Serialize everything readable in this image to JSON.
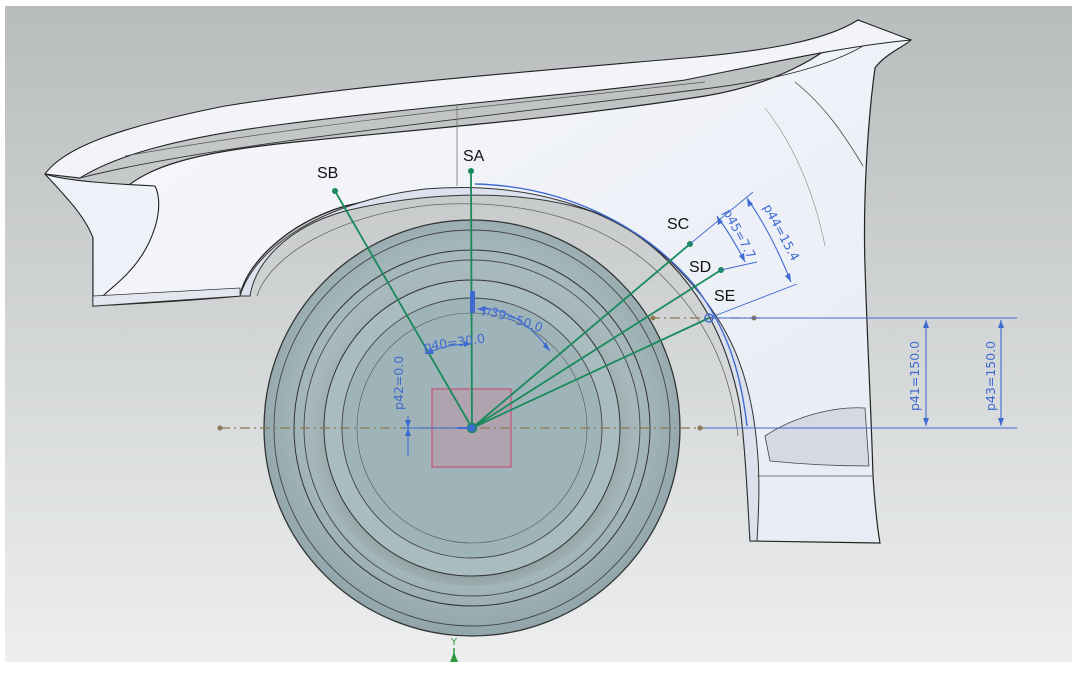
{
  "viewport": {
    "background_top": "#b9bcbd",
    "background_bottom": "#eceeef"
  },
  "callouts": [
    {
      "id": "SA",
      "label": "SA"
    },
    {
      "id": "SB",
      "label": "SB"
    },
    {
      "id": "SC",
      "label": "SC"
    },
    {
      "id": "SD",
      "label": "SD"
    },
    {
      "id": "SE",
      "label": "SE"
    }
  ],
  "dimensions": {
    "p39": "p39=50.0",
    "p40": "p40=30.0",
    "p41": "p41=150.0",
    "p42": "p42=0.0",
    "p43": "p43=150.0",
    "p44": "p44=15.4",
    "p45": "p45=7.7"
  },
  "axis": {
    "y_label": "Y"
  },
  "colors": {
    "dimension": "#3f6bd1",
    "section_line": "#1a8a5c",
    "centerline": "#8a7a55",
    "hub_square": "#c45a7a",
    "axis": "#2e9a3e",
    "fender_fill": "#f4f6fb",
    "wheel": "#9fb4b8"
  }
}
